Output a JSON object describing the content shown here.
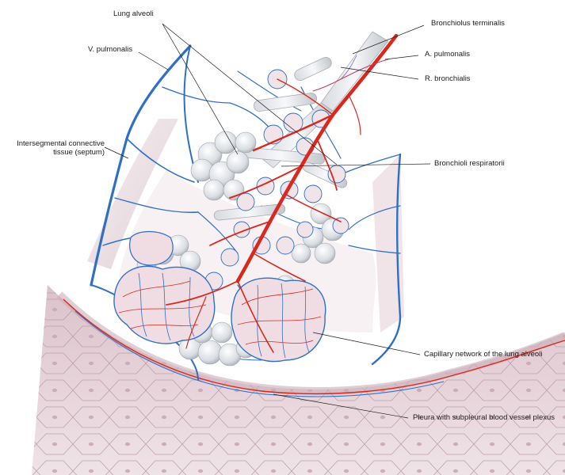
{
  "labels": {
    "lung_alveoli": "Lung alveoli",
    "v_pulmonalis": "V. pulmonalis",
    "intersegmental_line1": "Intersegmental connective",
    "intersegmental_line2": "tissue (septum)",
    "bronchiolus_terminalis": "Bronchiolus terminalis",
    "a_pulmonalis": "A. pulmonalis",
    "r_bronchialis": "R. bronchialis",
    "bronchioli_respiratorii": "Bronchioli respiratorii",
    "capillary_network": "Capillary network of the lung alveoli",
    "pleura": "Pleura with subpleural blood vessel plexus"
  },
  "colors": {
    "vein": "#2f6fc4",
    "artery": "#d9281e",
    "alveoli": "#e3e6ea",
    "pleura": "#e4cfd6",
    "cell_border": "#b79aa6",
    "septum": "#efe4e8"
  }
}
